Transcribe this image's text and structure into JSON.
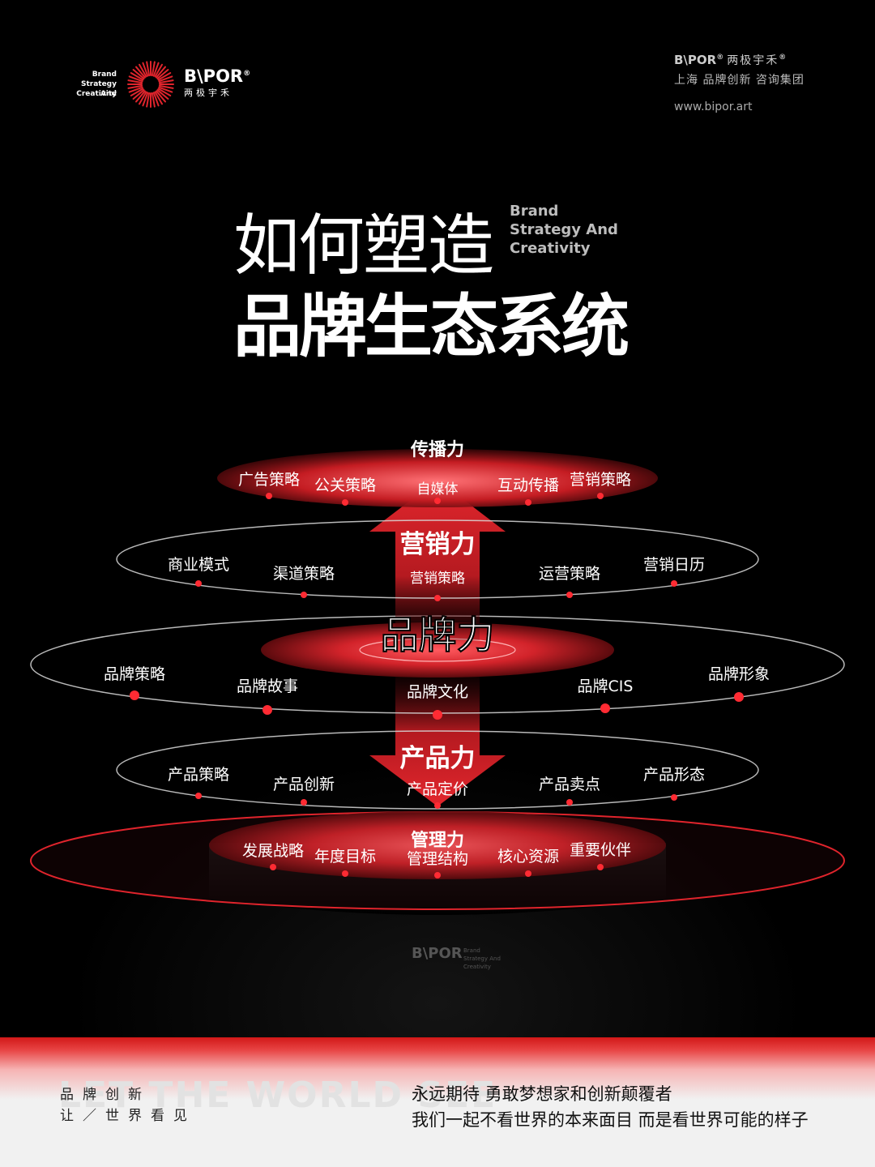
{
  "header": {
    "tagline_en": [
      "Brand",
      "Strategy And",
      "Creativity"
    ],
    "logo_word": "B\\POR",
    "reg": "®",
    "logo_cn": "两极宇禾",
    "right_logo_word": "B\\POR",
    "right_logo_cn": "两极宇禾",
    "right_tagline": "上海  品牌创新  咨询集团",
    "url": "www.bipor.art"
  },
  "title": {
    "line1": "如何塑造",
    "line2": "品牌生态系统",
    "en": [
      "Brand",
      "Strategy And",
      "Creativity"
    ]
  },
  "diagram": {
    "levels": [
      {
        "name": "传播力",
        "items": [
          "广告策略",
          "公关策略",
          "自媒体",
          "互动传播",
          "营销策略"
        ]
      },
      {
        "name": "营销力",
        "items": [
          "商业模式",
          "渠道策略",
          "营销策略",
          "运营策略",
          "营销日历"
        ]
      },
      {
        "name": "品牌力",
        "items": [
          "品牌策略",
          "品牌故事",
          "品牌文化",
          "品牌CIS",
          "品牌形象"
        ]
      },
      {
        "name": "产品力",
        "items": [
          "产品策略",
          "产品创新",
          "产品定价",
          "产品卖点",
          "产品形态"
        ]
      },
      {
        "name": "管理力",
        "items": [
          "发展战略",
          "年度目标",
          "管理结构",
          "核心资源",
          "重要伙伴"
        ]
      }
    ],
    "watermark_word": "B\\POR",
    "watermark_en": [
      "Brand",
      "Strategy And",
      "Creativity"
    ]
  },
  "footer": {
    "bg_words": "LET THE WORLD SEE",
    "slogan_line1": "品牌创新",
    "slogan_line2": "让／世界看见",
    "motto_line1": "永远期待  勇敢梦想家和创新颠覆者",
    "motto_line2": "我们一起不看世界的本来面目  而是看世界可能的样子"
  },
  "colors": {
    "accent": "#e0242c",
    "background": "#000000",
    "footer_bg": "#f1f1f1"
  }
}
